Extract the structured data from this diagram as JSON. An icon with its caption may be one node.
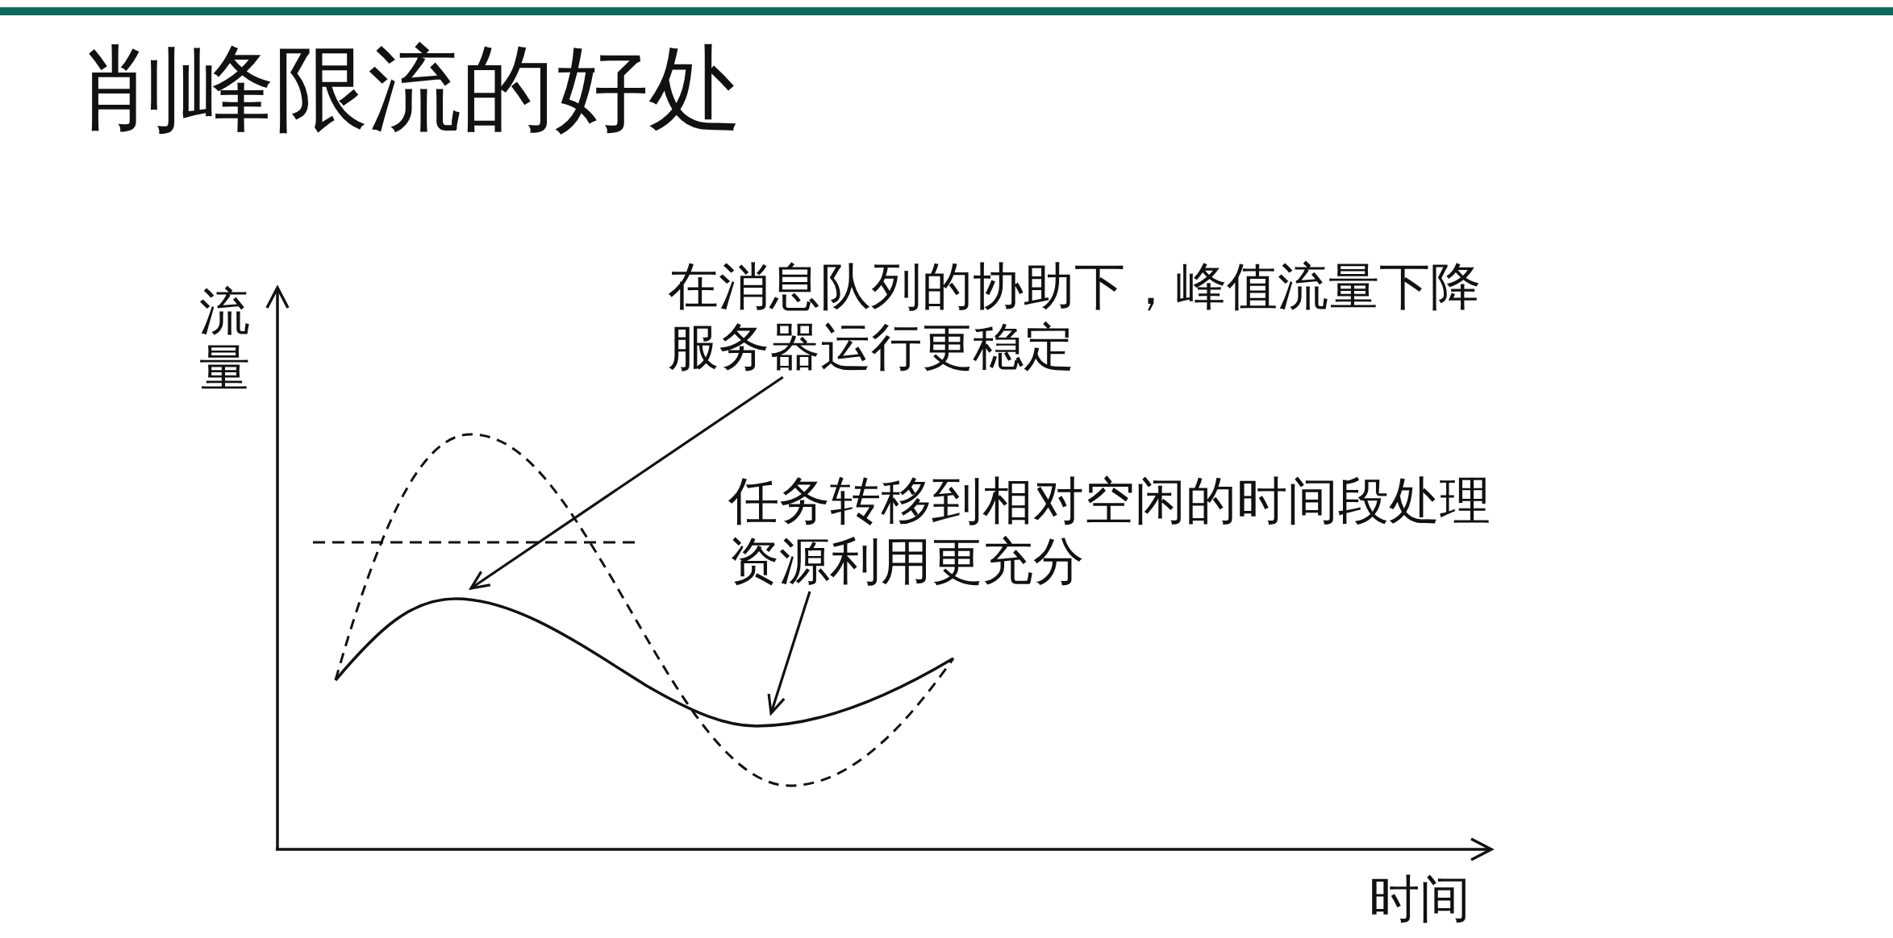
{
  "diagram": {
    "title": "削峰限流的好处",
    "nodes": [
      {
        "text": [
          "在消息队列的协助下，峰值流量下降服务器运行更稳定"
        ]
      },
      {
        "text": [
          "任务转移到相对空闲的时间段处理资源利用更充分"
        ]
      },
      {
        "text": [],
        "shape": "curve"
      }
    ],
    "edges": [
      {
        "from": 0,
        "to": 2,
        "arrow": "to"
      },
      {
        "from": 1,
        "to": 2,
        "arrow": "to"
      }
    ],
    "labels": [
      "流量",
      "时间"
    ]
  }
}
